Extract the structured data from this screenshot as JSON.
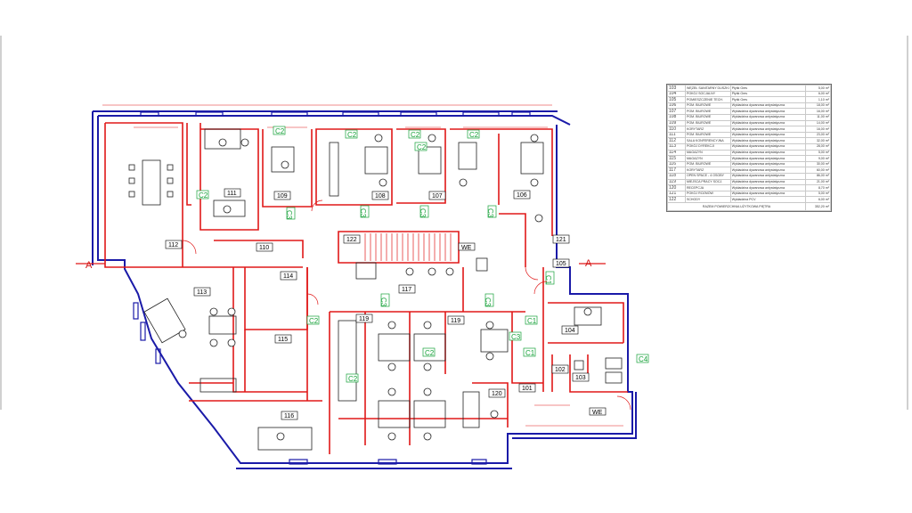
{
  "rooms": [
    {
      "num": "111"
    },
    {
      "num": "109"
    },
    {
      "num": "108"
    },
    {
      "num": "107"
    },
    {
      "num": "106"
    },
    {
      "num": "112"
    },
    {
      "num": "110"
    },
    {
      "num": "122"
    },
    {
      "num": "121"
    },
    {
      "num": "105"
    },
    {
      "num": "114"
    },
    {
      "num": "113"
    },
    {
      "num": "117"
    },
    {
      "num": "119"
    },
    {
      "num": "119"
    },
    {
      "num": "115"
    },
    {
      "num": "104"
    },
    {
      "num": "102"
    },
    {
      "num": "103"
    },
    {
      "num": "120"
    },
    {
      "num": "101"
    },
    {
      "num": "116"
    }
  ],
  "tags": [
    "C2",
    "C2",
    "C2",
    "C2",
    "C2",
    "C2",
    "C2",
    "C2",
    "C2",
    "C3",
    "C3",
    "C3",
    "C1",
    "C1",
    "C1",
    "C4",
    "C3",
    "C3",
    "C3",
    "C3"
  ],
  "sections": [
    "A",
    "A"
  ],
  "exits": [
    "WE",
    "WE"
  ],
  "legend": {
    "rows": [
      {
        "num": "103",
        "name": "WĘZEŁ SANITARNY DUSZKI",
        "floor": "Płytki Gres",
        "area": "5,00 m²"
      },
      {
        "num": "104",
        "name": "POKÓJ SOCJALNY",
        "floor": "Płytki Gres",
        "area": "6,00 m²"
      },
      {
        "num": "105",
        "name": "POMIESZCZENIE TECH.",
        "floor": "Płytki Gres",
        "area": "1,10 m²"
      },
      {
        "num": "106",
        "name": "POM. BIUROWE",
        "floor": "Wykładzina dywanowa antystatyczna",
        "area": "18,00 m²"
      },
      {
        "num": "107",
        "name": "POM. BIUROWE",
        "floor": "Wykładzina dywanowa antystatyczna",
        "area": "16,00 m²"
      },
      {
        "num": "108",
        "name": "POM. BIUROWE",
        "floor": "Wykładzina dywanowa antystatyczna",
        "area": "11,00 m²"
      },
      {
        "num": "109",
        "name": "POM. BIUROWE",
        "floor": "Wykładzina dywanowa antystatyczna",
        "area": "14,00 m²"
      },
      {
        "num": "110",
        "name": "KORYTARZ",
        "floor": "Wykładzina dywanowa antystatyczna",
        "area": "16,00 m²"
      },
      {
        "num": "111",
        "name": "POM. BIUROWE",
        "floor": "Wykładzina dywanowa antystatyczna",
        "area": "23,00 m²"
      },
      {
        "num": "112",
        "name": "SALA KONFERENCYJNA",
        "floor": "Wykładzina dywanowa antystatyczna",
        "area": "32,00 m²"
      },
      {
        "num": "113",
        "name": "POKÓJ DYREKCJI",
        "floor": "Wykładzina dywanowa antystatyczna",
        "area": "28,00 m²"
      },
      {
        "num": "114",
        "name": "MAGAZYN",
        "floor": "Wykładzina dywanowa antystatyczna",
        "area": "5,00 m²"
      },
      {
        "num": "115",
        "name": "MAGAZYN",
        "floor": "Wykładzina dywanowa antystatyczna",
        "area": "9,00 m²"
      },
      {
        "num": "116",
        "name": "POM. BIUROWE",
        "floor": "Wykładzina dywanowa antystatyczna",
        "area": "30,00 m²"
      },
      {
        "num": "117",
        "name": "KORYTARZ",
        "floor": "Wykładzina dywanowa antystatyczna",
        "area": "60,00 m²"
      },
      {
        "num": "118",
        "name": "OPEN SPACE - 4 OSOBY",
        "floor": "Wykładzina dywanowa antystatyczna",
        "area": "86,00 m²"
      },
      {
        "num": "119",
        "name": "MIEJSCA PRACY SOCJ.",
        "floor": "Wykładzina dywanowa antystatyczna",
        "area": "21,00 m²"
      },
      {
        "num": "120",
        "name": "RECEPCJA",
        "floor": "Wykładzina dywanowa antystatyczna",
        "area": "8,70 m²"
      },
      {
        "num": "121",
        "name": "POKÓJ ROZMÓW",
        "floor": "Wykładzina dywanowa antystatyczna",
        "area": "5,00 m²"
      },
      {
        "num": "122",
        "name": "SCHODY",
        "floor": "Wykładzina PCV",
        "area": "6,00 m²"
      }
    ],
    "total_label": "RAZEM POWIERZCHNIA UŻYTKOWA PIĘTRA",
    "total_value": "352,20 m²"
  },
  "colors": {
    "wall": "#1a1aa8",
    "partition": "#e01818",
    "tag": "#17a23a",
    "furniture": "#222222"
  }
}
